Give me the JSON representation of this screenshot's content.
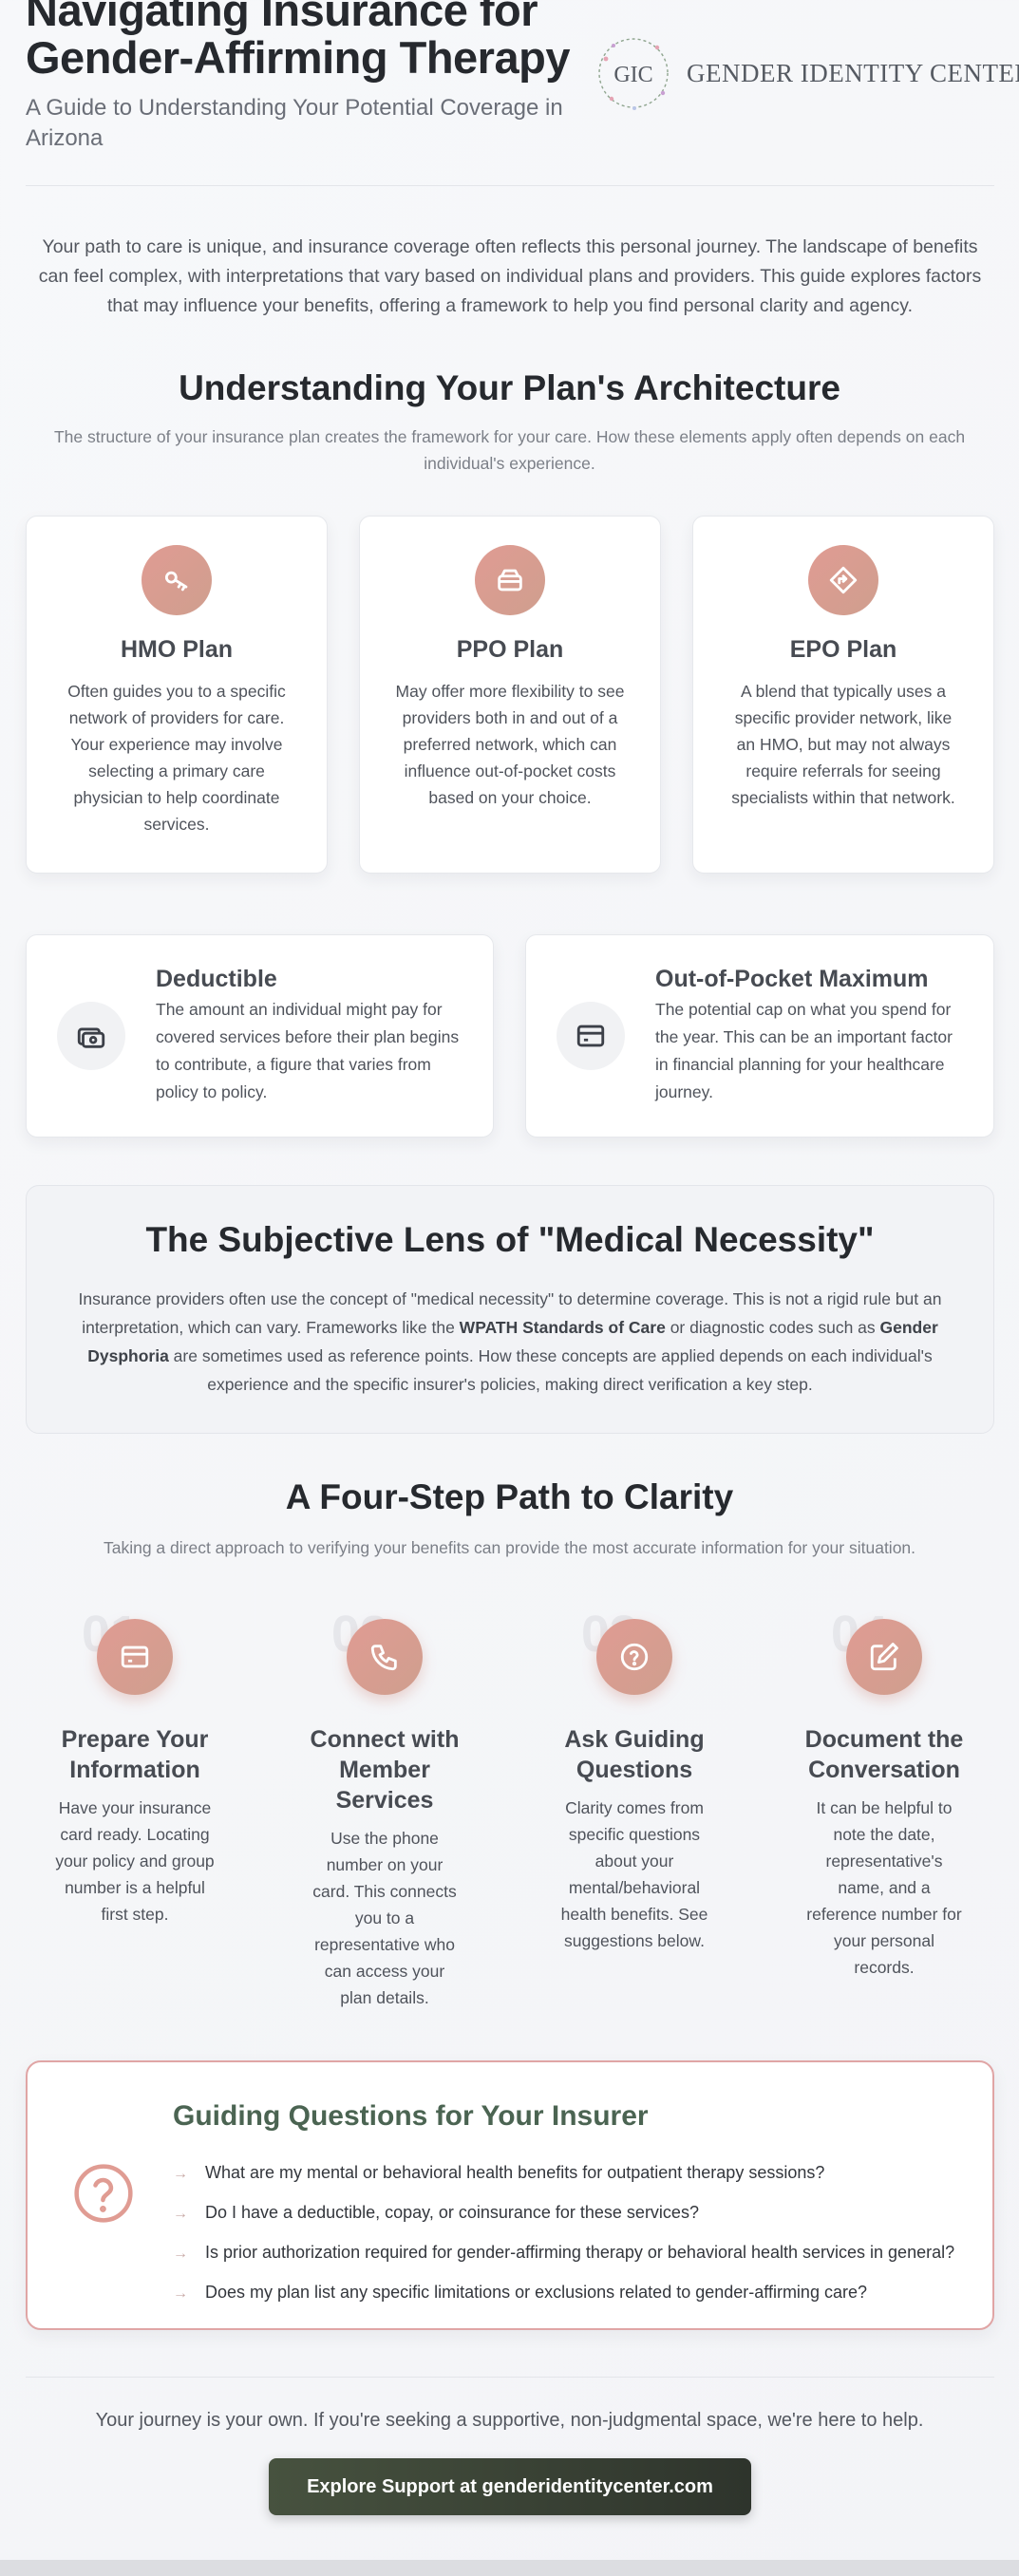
{
  "header": {
    "title": "Navigating Insurance for Gender-Affirming Therapy",
    "subtitle": "A Guide to Understanding Your Potential Coverage in Arizona",
    "logo_initials": "GIC",
    "logo_name": "GENDER IDENTITY CENTER"
  },
  "intro": "Your path to care is unique, and insurance coverage often reflects this personal journey. The landscape of benefits can feel complex, with interpretations that vary based on individual plans and providers. This guide explores factors that may influence your benefits, offering a framework to help you find personal clarity and agency.",
  "architecture": {
    "title": "Understanding Your Plan's Architecture",
    "subtitle": "The structure of your insurance plan creates the framework for your care. How these elements apply often depends on each individual's experience.",
    "plans": [
      {
        "icon": "key-icon",
        "title": "HMO Plan",
        "desc": "Often guides you to a specific network of providers for care. Your experience may involve selecting a primary care physician to help coordinate services."
      },
      {
        "icon": "wallet-icon",
        "title": "PPO Plan",
        "desc": "May offer more flexibility to see providers both in and out of a preferred network, which can influence out-of-pocket costs based on your choice."
      },
      {
        "icon": "directions-icon",
        "title": "EPO Plan",
        "desc": "A blend that typically uses a specific provider network, like an HMO, but may not always require referrals for seeing specialists within that network."
      }
    ],
    "costs": [
      {
        "icon": "money-icon",
        "title": "Deductible",
        "desc": "The amount an individual might pay for covered services before their plan begins to contribute, a figure that varies from policy to policy."
      },
      {
        "icon": "credit-card-icon",
        "title": "Out-of-Pocket Maximum",
        "desc": "The potential cap on what you spend for the year. This can be an important factor in financial planning for your healthcare journey."
      }
    ]
  },
  "necessity": {
    "title": "The Subjective Lens of \"Medical Necessity\"",
    "p1": "Insurance providers often use the concept of \"medical necessity\" to determine coverage. This is not a rigid rule but an interpretation, which can vary. Frameworks like the ",
    "b1": "WPATH Standards of Care",
    "p2": " or diagnostic codes such as ",
    "b2": "Gender Dysphoria",
    "p3": " are sometimes used as reference points. How these concepts are applied depends on each individual's experience and the specific insurer's policies, making direct verification a key step."
  },
  "steps": {
    "title": "A Four-Step Path to Clarity",
    "subtitle": "Taking a direct approach to verifying your benefits can provide the most accurate information for your situation.",
    "items": [
      {
        "num": "01",
        "icon": "id-card-icon",
        "title": "Prepare Your Information",
        "desc": "Have your insurance card ready. Locating your policy and group number is a helpful first step."
      },
      {
        "num": "02",
        "icon": "phone-icon",
        "title": "Connect with Member Services",
        "desc": "Use the phone number on your card. This connects you to a representative who can access your plan details."
      },
      {
        "num": "03",
        "icon": "question-icon",
        "title": "Ask Guiding Questions",
        "desc": "Clarity comes from specific questions about your mental/behavioral health benefits. See suggestions below."
      },
      {
        "num": "04",
        "icon": "edit-icon",
        "title": "Document the Conversation",
        "desc": "It can be helpful to note the date, representative's name, and a reference number for your personal records."
      }
    ]
  },
  "questions": {
    "title": "Guiding Questions for Your Insurer",
    "arrow": "→",
    "items": [
      "What are my mental or behavioral health benefits for outpatient therapy sessions?",
      "Do I have a deductible, copay, or coinsurance for these services?",
      "Is prior authorization required for gender-affirming therapy or behavioral health services in general?",
      "Does my plan list any specific limitations or exclusions related to gender-affirming care?"
    ]
  },
  "footer": {
    "text": "Your journey is your own. If you're seeking a supportive, non-judgmental space, we're here to help.",
    "cta": "Explore Support at genderidentitycenter.com"
  },
  "colors": {
    "accent": "#d9a092",
    "heading": "#26292e",
    "guide_title": "#4b6452",
    "cta_bg": "#3c4537",
    "question_border": "#e0a5a5"
  }
}
